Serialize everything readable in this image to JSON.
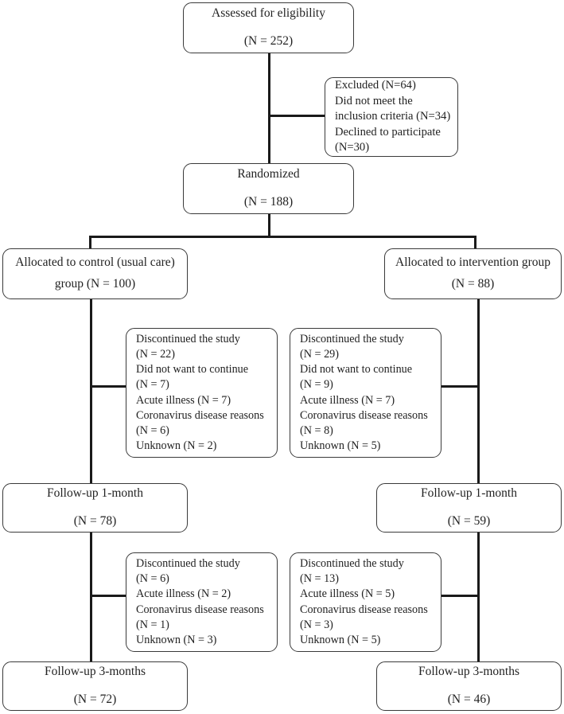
{
  "diagram": {
    "type": "consort-flow-diagram",
    "title": "",
    "accent_color": "#1a1a1a",
    "box_border_color": "#3a3a3a",
    "background": "#ffffff"
  },
  "nodes": {
    "assessed": {
      "name": "assessed-for-eligibility",
      "line1": "Assessed for eligibility",
      "line2": "(N = 252)",
      "n": 252
    },
    "excluded": {
      "name": "excluded",
      "lines": [
        "Excluded (N=64)",
        "Did not meet the",
        "inclusion criteria (N=34)",
        "Declined to participate",
        "(N=30)"
      ],
      "total": 64,
      "did_not_meet_criteria": 34,
      "declined": 30
    },
    "randomized": {
      "name": "randomized",
      "line1": "Randomized",
      "line2": "(N = 188)",
      "n": 188
    },
    "allocated_control": {
      "name": "allocated-control",
      "line1": "Allocated to control (usual care)",
      "line2": "group (N = 100)",
      "n": 100
    },
    "allocated_intervention": {
      "name": "allocated-intervention",
      "line1": "Allocated to intervention group",
      "line2": "(N = 88)",
      "n": 88
    },
    "discontinued_control_1": {
      "name": "discontinued-control-stage1",
      "lines": [
        "Discontinued the study",
        "(N = 22)",
        "Did not want to continue",
        " (N = 7)",
        "Acute illness (N = 7)",
        "Coronavirus disease reasons",
        "(N = 6)",
        "Unknown (N = 2)"
      ],
      "total": 22,
      "did_not_want_to_continue": 7,
      "acute_illness": 7,
      "coronavirus_reasons": 6,
      "unknown": 2
    },
    "discontinued_intervention_1": {
      "name": "discontinued-intervention-stage1",
      "lines": [
        "Discontinued the study",
        "(N = 29)",
        "Did not want to continue",
        "(N = 9)",
        "Acute illness (N = 7)",
        "Coronavirus disease reasons",
        "(N = 8)",
        "Unknown (N = 5)"
      ],
      "total": 29,
      "did_not_want_to_continue": 9,
      "acute_illness": 7,
      "coronavirus_reasons": 8,
      "unknown": 5
    },
    "followup1_control": {
      "name": "followup-1month-control",
      "line1": "Follow-up 1-month",
      "line2": "(N = 78)",
      "n": 78
    },
    "followup1_intervention": {
      "name": "followup-1month-intervention",
      "line1": "Follow-up 1-month",
      "line2": "(N = 59)",
      "n": 59
    },
    "discontinued_control_2": {
      "name": "discontinued-control-stage2",
      "lines": [
        "Discontinued the study",
        "(N = 6)",
        "Acute illness (N = 2)",
        "Coronavirus disease reasons",
        "(N = 1)",
        "Unknown (N = 3)"
      ],
      "total": 6,
      "acute_illness": 2,
      "coronavirus_reasons": 1,
      "unknown": 3
    },
    "discontinued_intervention_2": {
      "name": "discontinued-intervention-stage2",
      "lines": [
        "Discontinued the study",
        "(N = 13)",
        "Acute illness (N = 5)",
        "Coronavirus disease reasons",
        "(N = 3)",
        "Unknown (N = 5)"
      ],
      "total": 13,
      "acute_illness": 5,
      "coronavirus_reasons": 3,
      "unknown": 5
    },
    "followup3_control": {
      "name": "followup-3months-control",
      "line1": "Follow-up 3-months",
      "line2": "(N = 72)",
      "n": 72
    },
    "followup3_intervention": {
      "name": "followup-3months-intervention",
      "line1": "Follow-up 3-months",
      "line2": "(N = 46)",
      "n": 46
    }
  }
}
